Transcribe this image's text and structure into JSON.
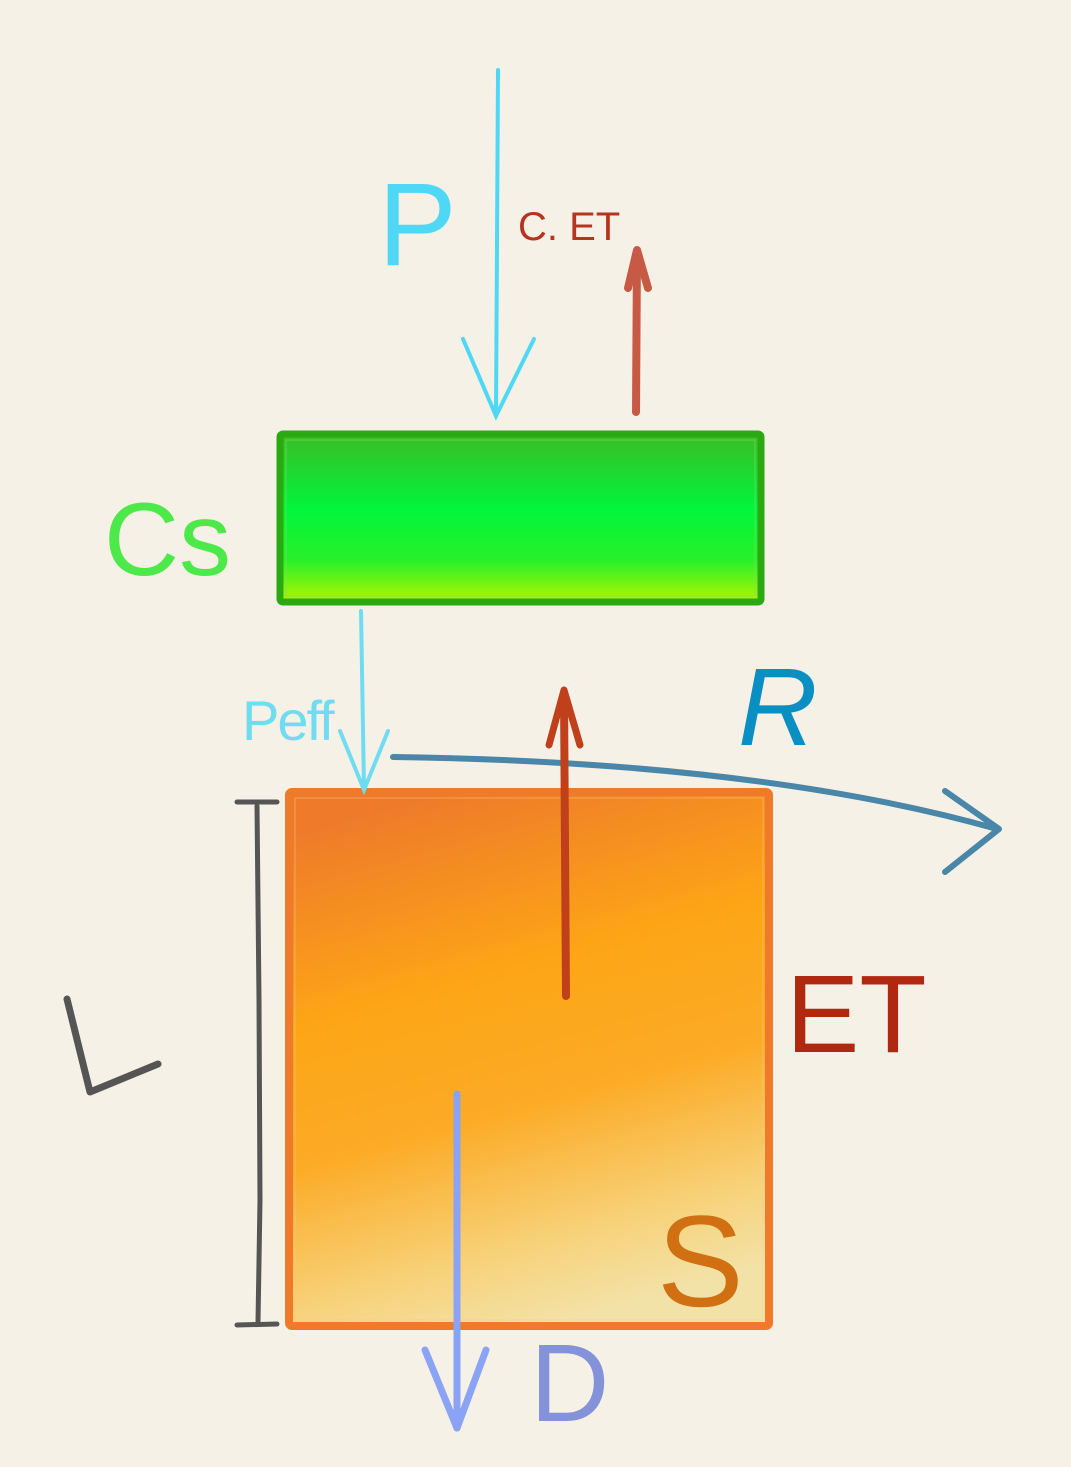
{
  "labels": {
    "precipitation": "P",
    "canopy_et": "C. ET",
    "canopy_storage": "Cs",
    "effective_precipitation": "Peff",
    "runoff": "R",
    "evapotranspiration": "ET",
    "soil_storage": "S",
    "drainage": "D",
    "soil_depth": "L"
  },
  "colors": {
    "background": "#f6f1e7",
    "precipitation": "#4fd8f5",
    "effective_precipitation": "#6fdcf2",
    "canopy_et_arrow": "#c75a45",
    "canopy_et_text": "#b5341f",
    "canopy_fill_top": "#3bbd24",
    "canopy_fill_mid": "#00f53c",
    "canopy_fill_bottom": "#b4f500",
    "canopy_border": "#2aaa10",
    "canopy_label": "#4de84a",
    "soil_fill_top": "#ee7a2a",
    "soil_fill_mid": "#fda516",
    "soil_fill_bottom": "#f3e2a8",
    "soil_border": "#ef7a2a",
    "soil_label": "#d07012",
    "runoff": "#4a86a8",
    "runoff_label": "#0a8fc2",
    "et_arrow": "#c0401c",
    "et_label": "#b02810",
    "drainage_arrow": "#8aa3f5",
    "drainage_label": "#8492da",
    "depth_bracket": "#555555"
  }
}
